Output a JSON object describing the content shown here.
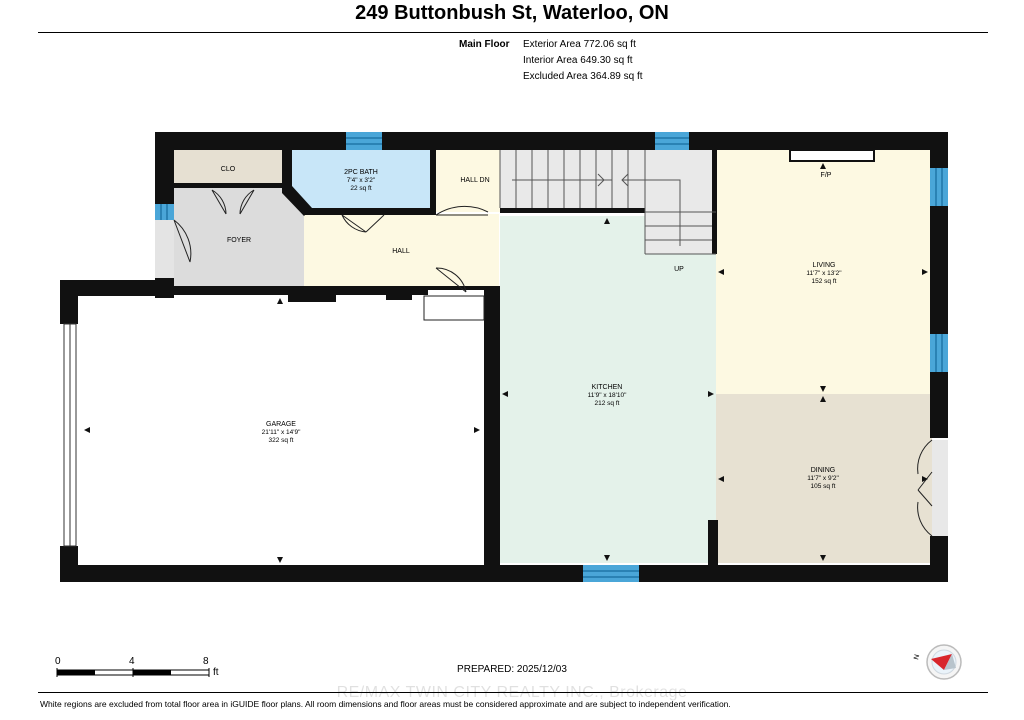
{
  "title": "249 Buttonbush St, Waterloo, ON",
  "summary": {
    "floor_label": "Main Floor",
    "exterior": "Exterior Area 772.06 sq ft",
    "interior": "Interior Area 649.30 sq ft",
    "excluded": "Excluded Area 364.89 sq ft"
  },
  "rooms": {
    "clo": {
      "name": "CLO"
    },
    "bath": {
      "name": "2PC BATH",
      "dims": "7'4\" x 3'2\"",
      "area": "22 sq ft"
    },
    "hall_dn": {
      "name": "HALL DN"
    },
    "foyer": {
      "name": "FOYER"
    },
    "hall": {
      "name": "HALL"
    },
    "up": {
      "name": "UP"
    },
    "fp": {
      "name": "F/P"
    },
    "living": {
      "name": "LIVING",
      "dims": "11'7\" x 13'2\"",
      "area": "152 sq ft"
    },
    "kitchen": {
      "name": "KITCHEN",
      "dims": "11'9\" x 18'10\"",
      "area": "212 sq ft"
    },
    "garage": {
      "name": "GARAGE",
      "dims": "21'11\" x 14'9\"",
      "area": "322 sq ft"
    },
    "dining": {
      "name": "DINING",
      "dims": "11'7\" x 9'2\"",
      "area": "105 sq ft"
    }
  },
  "colors": {
    "wall": "#111111",
    "bath": "#c8e6f8",
    "closet": "#e6e0d2",
    "foyer": "#dcdcdc",
    "hall": "#fdf9e2",
    "kitchen": "#e4f2ea",
    "living": "#fdf9e2",
    "dining": "#e7e1d2",
    "window": "#4aa6d8",
    "stair": "#e9e9e9"
  },
  "scale": {
    "tick0": "0",
    "tick4": "4",
    "tick8": "8",
    "unit": "ft"
  },
  "prepared": "PREPARED: 2025/12/03",
  "compass": {
    "letter": "N"
  },
  "watermark": "RE/MAX TWIN CITY REALTY INC., Brokerage",
  "footer": "White regions are excluded from total floor area in iGUIDE floor plans. All room dimensions and floor areas must be considered approximate and are subject to independent verification."
}
